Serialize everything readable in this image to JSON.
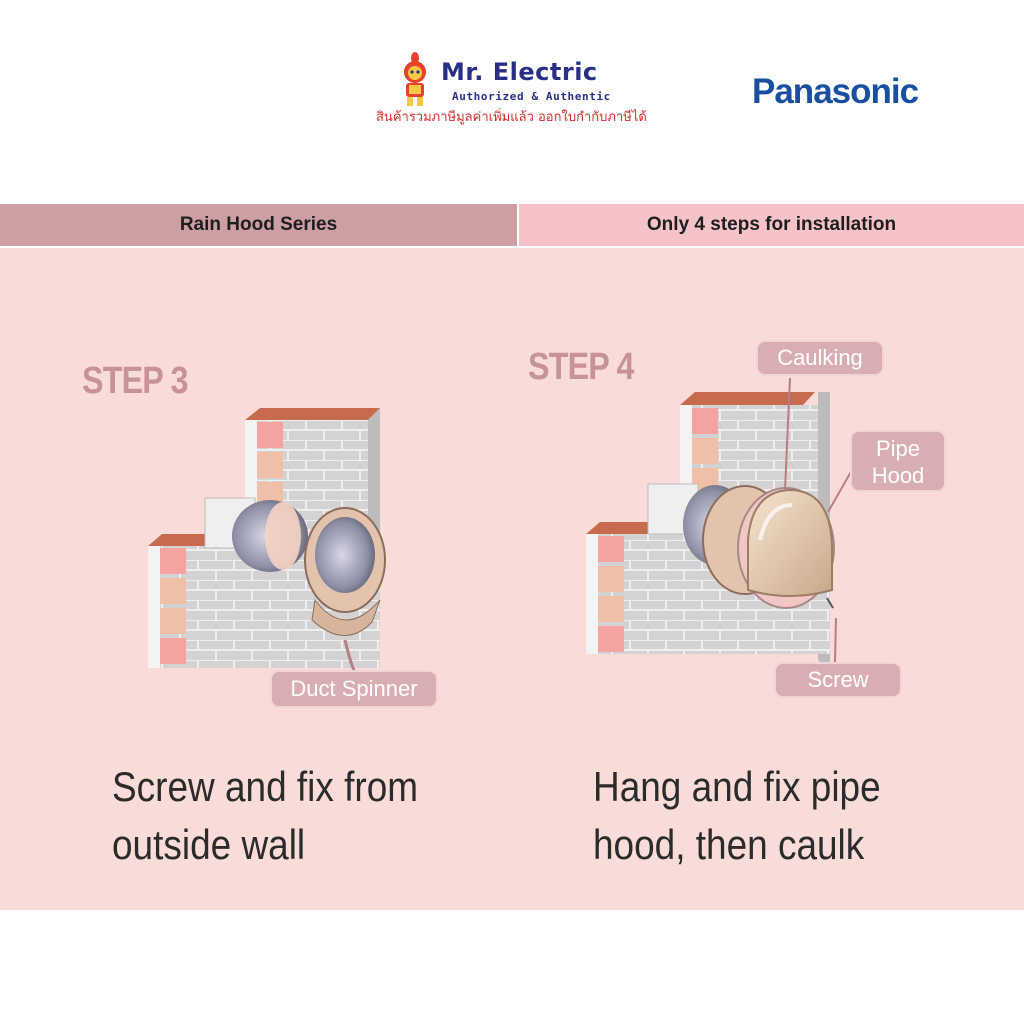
{
  "brand": {
    "name": "Mr. Electric",
    "tagline": "Authorized & Authentic",
    "thai_text": "สินค้ารวมภาษีมูลค่าเพิ่มแล้ว ออกใบกำกับภาษีได้",
    "partner": "Panasonic",
    "partner_color": "#1a4ea1"
  },
  "header_bar": {
    "left_label": "Rain Hood Series",
    "right_label": "Only 4 steps for installation"
  },
  "steps": [
    {
      "title": "STEP 3",
      "callouts": [
        "Duct Spinner"
      ],
      "caption_line1": "Screw and fix from",
      "caption_line2": "outside wall"
    },
    {
      "title": "STEP 4",
      "callouts": [
        "Caulking",
        "Pipe",
        "Hood",
        "Screw"
      ],
      "caption_line1": "Hang and fix pipe",
      "caption_line2": "hood, then caulk"
    }
  ],
  "colors": {
    "panel_bg": "#f9dcd8",
    "step_title": "#c79397",
    "callout_bg": "#d9aeb2"
  }
}
